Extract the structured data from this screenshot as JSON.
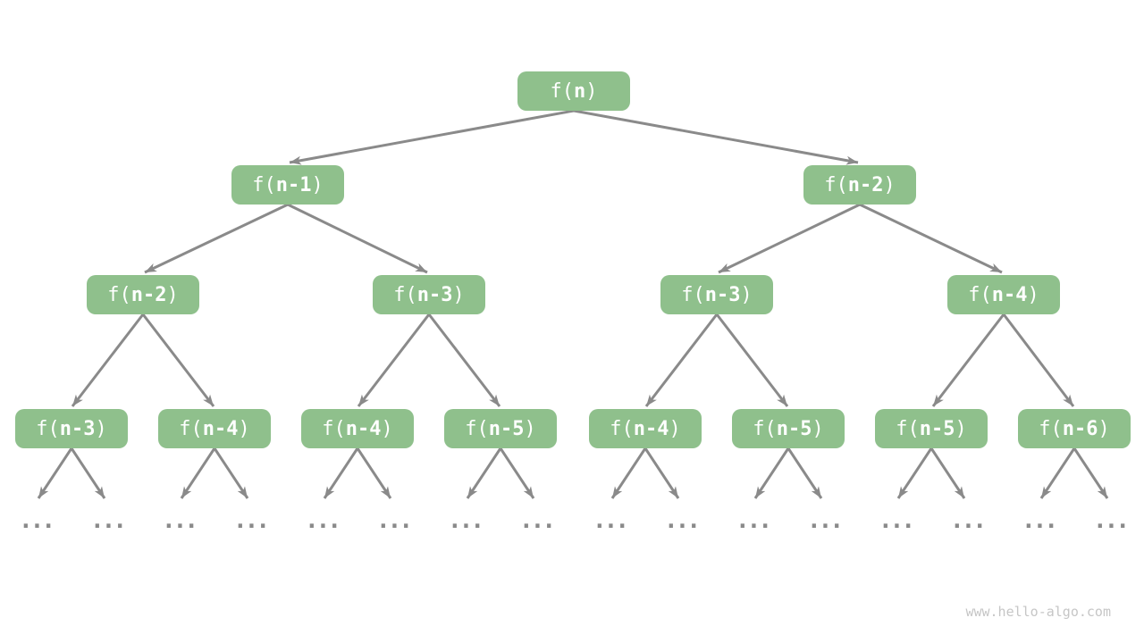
{
  "colors": {
    "background": "#FFFFFF",
    "node": "#8FC08C",
    "node_text": "#FFFFFF",
    "arrow": "#8A8A8A",
    "watermark": "#C6C6C6"
  },
  "watermark": "www.hello-algo.com",
  "ellipsis": "...",
  "nodes": [
    {
      "prefix": "f(",
      "arg": "n",
      "suffix": ")"
    },
    {
      "prefix": "f(",
      "arg": "n-1",
      "suffix": ")"
    },
    {
      "prefix": "f(",
      "arg": "n-2",
      "suffix": ")"
    },
    {
      "prefix": "f(",
      "arg": "n-2",
      "suffix": ")"
    },
    {
      "prefix": "f(",
      "arg": "n-3",
      "suffix": ")"
    },
    {
      "prefix": "f(",
      "arg": "n-3",
      "suffix": ")"
    },
    {
      "prefix": "f(",
      "arg": "n-4",
      "suffix": ")"
    },
    {
      "prefix": "f(",
      "arg": "n-3",
      "suffix": ")"
    },
    {
      "prefix": "f(",
      "arg": "n-4",
      "suffix": ")"
    },
    {
      "prefix": "f(",
      "arg": "n-4",
      "suffix": ")"
    },
    {
      "prefix": "f(",
      "arg": "n-5",
      "suffix": ")"
    },
    {
      "prefix": "f(",
      "arg": "n-4",
      "suffix": ")"
    },
    {
      "prefix": "f(",
      "arg": "n-5",
      "suffix": ")"
    },
    {
      "prefix": "f(",
      "arg": "n-5",
      "suffix": ")"
    },
    {
      "prefix": "f(",
      "arg": "n-6",
      "suffix": ")"
    }
  ],
  "structure": {
    "type": "recursion-tree",
    "edges_parent_child": [
      [
        0,
        1
      ],
      [
        0,
        2
      ],
      [
        1,
        3
      ],
      [
        1,
        4
      ],
      [
        2,
        5
      ],
      [
        2,
        6
      ],
      [
        3,
        7
      ],
      [
        3,
        8
      ],
      [
        4,
        9
      ],
      [
        4,
        10
      ],
      [
        5,
        11
      ],
      [
        5,
        12
      ],
      [
        6,
        13
      ],
      [
        6,
        14
      ]
    ],
    "leaf_ellipsis_per_level4_node": 2
  }
}
